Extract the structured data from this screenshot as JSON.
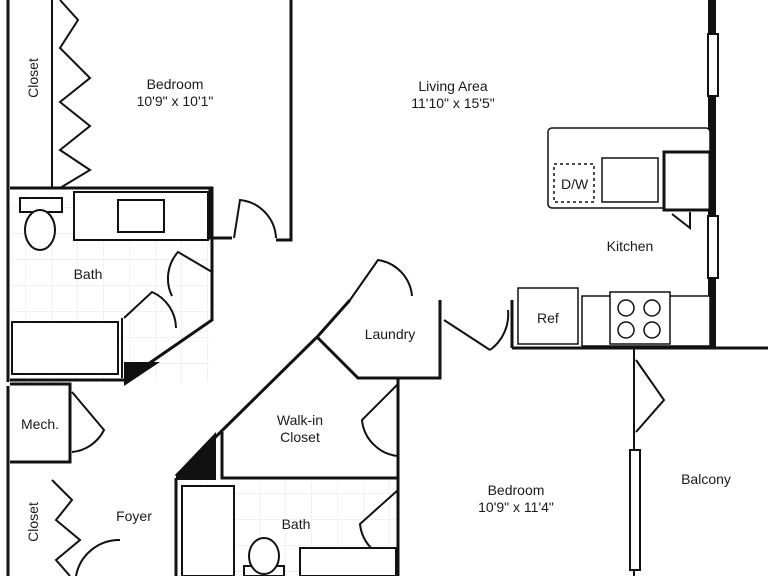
{
  "rooms": {
    "bedroom1": {
      "name": "Bedroom",
      "size": "10'9\" x 10'1\""
    },
    "living": {
      "name": "Living Area",
      "size": "11'10\" x 15'5\""
    },
    "kitchen": {
      "name": "Kitchen"
    },
    "bath1": {
      "name": "Bath"
    },
    "bath2": {
      "name": "Bath"
    },
    "laundry": {
      "name": "Laundry"
    },
    "walkin": {
      "line1": "Walk-in",
      "line2": "Closet"
    },
    "mech": {
      "name": "Mech."
    },
    "foyer": {
      "name": "Foyer"
    },
    "bedroom2": {
      "name": "Bedroom",
      "size": "10'9\" x 11'4\""
    },
    "balcony": {
      "name": "Balcony"
    },
    "closet1": {
      "name": "Closet"
    },
    "closet2": {
      "name": "Closet"
    }
  },
  "fixtures": {
    "dishwasher": "D/W",
    "refrigerator": "Ref"
  },
  "colors": {
    "wall": "#111111",
    "fixture_fill": "#ffffff",
    "tile": "#e8e8e8"
  }
}
